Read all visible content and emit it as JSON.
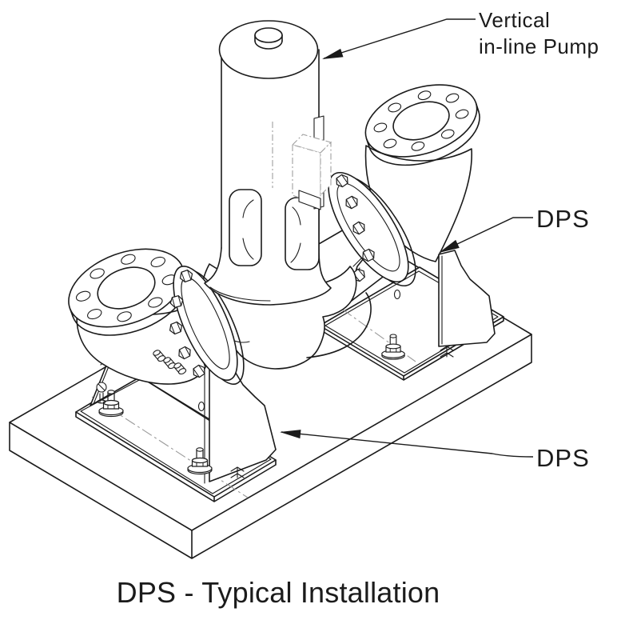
{
  "annotations": {
    "pump_label": {
      "line1": "Vertical",
      "line2": "in-line Pump"
    },
    "dps_label_upper": "DPS",
    "dps_label_lower": "DPS",
    "caption": "DPS - Typical Installation"
  },
  "style": {
    "line_color": "#1b1b1b",
    "phantom_line_color": "#9a9a9a",
    "background_color": "#ffffff"
  }
}
